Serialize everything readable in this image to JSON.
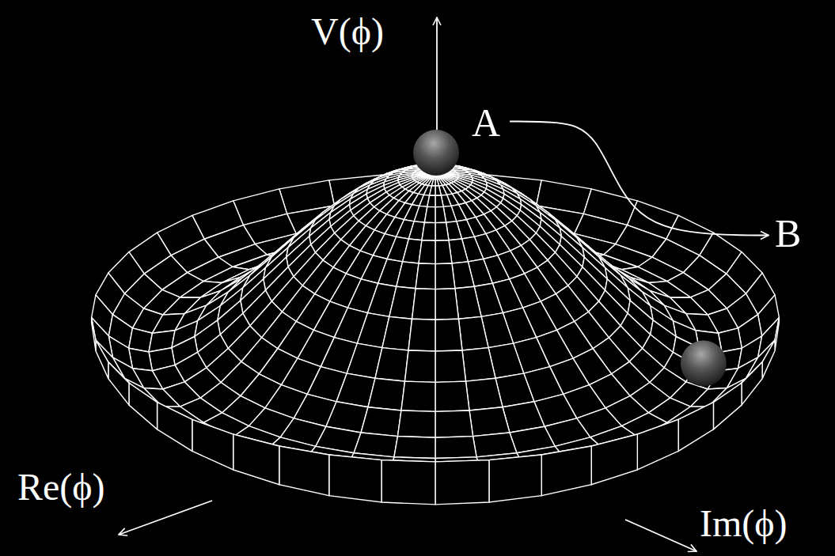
{
  "diagram": {
    "nodes": [
      {
        "text": [
          "A"
        ]
      },
      {
        "text": [
          "B"
        ]
      }
    ],
    "edges": [
      {
        "from": 0,
        "to": 1,
        "arrow": "to"
      }
    ],
    "labels": [
      "V(ϕ)",
      "Re(ϕ)",
      "Im(ϕ)"
    ]
  }
}
